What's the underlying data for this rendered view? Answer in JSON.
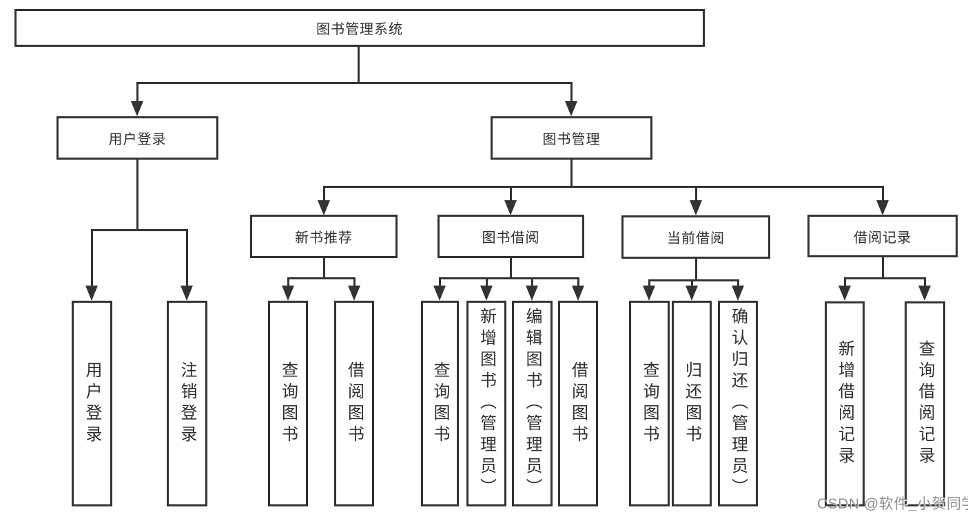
{
  "diagram": {
    "title": "图书管理系统",
    "level2": [
      "用户登录",
      "图书管理"
    ],
    "level3": [
      "新书推荐",
      "图书借阅",
      "当前借阅",
      "借阅记录"
    ],
    "groups": [
      {
        "parent": "用户登录",
        "children": [
          "用户登录",
          "注销登录"
        ]
      },
      {
        "parent": "新书推荐",
        "children": [
          "查询图书",
          "借阅图书"
        ]
      },
      {
        "parent": "图书借阅",
        "children": [
          "查询图书",
          "新增图书（管理员）",
          "编辑图书（管理员）",
          "借阅图书"
        ]
      },
      {
        "parent": "当前借阅",
        "children": [
          "查询图书",
          "归还图书",
          "确认归还（管理员）"
        ]
      },
      {
        "parent": "借阅记录",
        "children": [
          "新增借阅记录",
          "查询借阅记录"
        ]
      }
    ],
    "watermark": "CSDN @软件_小贺同学",
    "colors": {
      "line": "#333333",
      "text": "#2e2e2e",
      "background": "#ffffff",
      "watermark": "#8f8f8f"
    }
  }
}
